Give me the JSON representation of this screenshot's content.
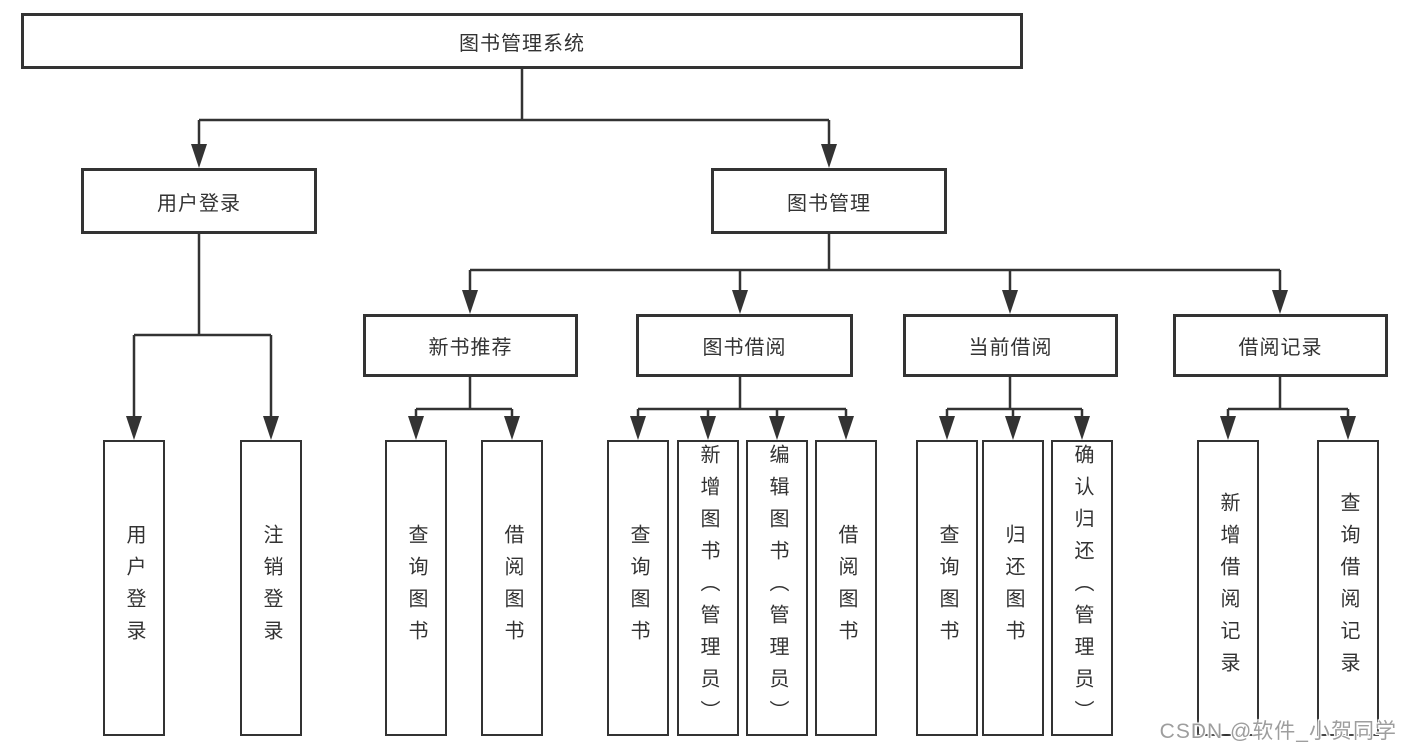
{
  "diagram": {
    "title": "图书管理系统",
    "root": {
      "label": "图书管理系统"
    },
    "level2": [
      {
        "label": "用户登录"
      },
      {
        "label": "图书管理"
      }
    ],
    "level3": [
      {
        "label": "新书推荐"
      },
      {
        "label": "图书借阅"
      },
      {
        "label": "当前借阅"
      },
      {
        "label": "借阅记录"
      }
    ],
    "leaves": {
      "user_login": [
        {
          "label": "用户登录"
        },
        {
          "label": "注销登录"
        }
      ],
      "new_book": [
        {
          "label": "查询图书"
        },
        {
          "label": "借阅图书"
        }
      ],
      "book_borrow": [
        {
          "label": "查询图书"
        },
        {
          "label": "新增图书（管理员）"
        },
        {
          "label": "编辑图书（管理员）"
        },
        {
          "label": "借阅图书"
        }
      ],
      "current_borrow": [
        {
          "label": "查询图书"
        },
        {
          "label": "归还图书"
        },
        {
          "label": "确认归还（管理员）"
        }
      ],
      "borrow_records": [
        {
          "label": "新增借阅记录"
        },
        {
          "label": "查询借阅记录"
        }
      ]
    }
  },
  "watermark": {
    "text": "CSDN @软件_小贺同学",
    "color": "#9e9e9e"
  },
  "colors": {
    "line": "#333333",
    "box_border": "#333333",
    "box_bg": "#ffffff",
    "text": "#333333"
  }
}
